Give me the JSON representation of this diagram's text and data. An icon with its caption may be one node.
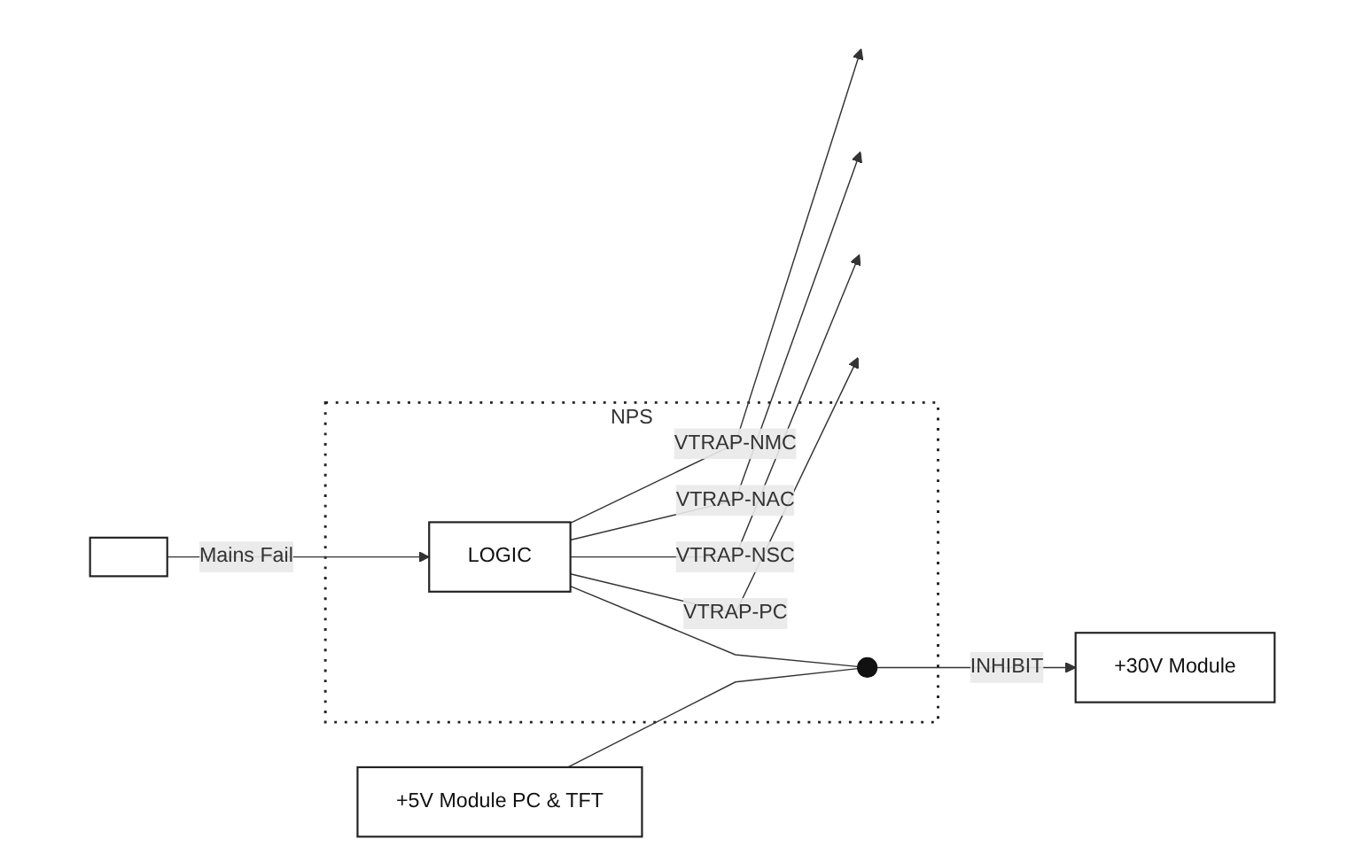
{
  "diagram": {
    "nodes": [
      {
        "text": [
          "NPS"
        ]
      },
      {
        "text": [
          "LOGIC"
        ],
        "in": 0
      },
      {
        "text": [],
        "shape": "box"
      },
      {
        "text": [
          "+30V Module"
        ]
      },
      {
        "text": [
          "+5V Module PC & TFT"
        ]
      },
      {
        "text": [],
        "shape": "circle",
        "in": 0
      }
    ],
    "edges": [
      {
        "from": 2,
        "to": 1,
        "arrow": "to",
        "label": "Mains Fail"
      },
      {
        "from": 1,
        "to": null,
        "arrow": "to",
        "label": "VTRAP-NMC"
      },
      {
        "from": 1,
        "to": null,
        "arrow": "to",
        "label": "VTRAP-NAC"
      },
      {
        "from": 1,
        "to": null,
        "arrow": "to",
        "label": "VTRAP-NSC"
      },
      {
        "from": 1,
        "to": null,
        "arrow": "to",
        "label": "VTRAP-PC"
      },
      {
        "from": 1,
        "to": 5,
        "arrow": "none"
      },
      {
        "from": 5,
        "to": 3,
        "arrow": "to",
        "label": "INHIBIT"
      },
      {
        "from": 4,
        "to": 5,
        "arrow": "none"
      }
    ]
  }
}
